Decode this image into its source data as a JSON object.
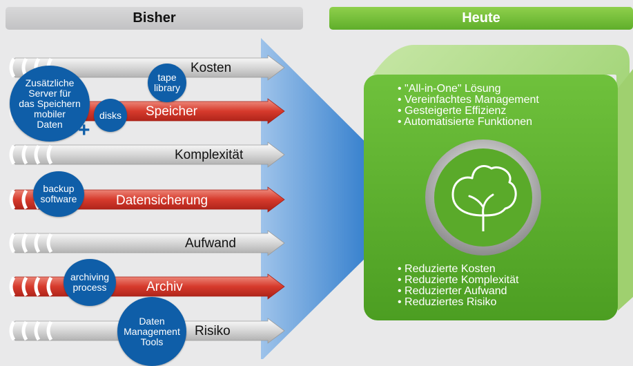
{
  "headers": {
    "left": "Bisher",
    "right": "Heute"
  },
  "bars": [
    {
      "label": "Kosten",
      "style": "gray"
    },
    {
      "label": "Speicher",
      "style": "red"
    },
    {
      "label": "Komplexität",
      "style": "gray"
    },
    {
      "label": "Datensicherung",
      "style": "red"
    },
    {
      "label": "Aufwand",
      "style": "gray"
    },
    {
      "label": "Archiv",
      "style": "red"
    },
    {
      "label": "Risiko",
      "style": "gray"
    }
  ],
  "bubbles": {
    "tape_library": "tape\nlibrary",
    "server": "Zusätzliche\nServer für\ndas Speichern\nmobiler\nDaten",
    "disks": "disks",
    "plus": "+",
    "backup_software": "backup\nsoftware",
    "archiving_process": "archiving\nprocess",
    "data_mgmt_tools": "Daten\nManagement\nTools"
  },
  "benefits_top": [
    "\"All-in-One\" Lösung",
    "Vereinfachtes Management",
    "Gesteigerte Effizienz",
    "Automatisierte Funktionen"
  ],
  "benefits_bottom": [
    "Reduzierte Kosten",
    "Reduzierte Komplexität",
    "Reduzierter Aufwand",
    "Reduziertes Risiko"
  ],
  "colors": {
    "blue": "#0f5ea8",
    "green": "#6cbf35",
    "red": "#d23a2c",
    "gray": "#d9d9d9"
  },
  "icons": {
    "center": "tree-logo-icon"
  }
}
